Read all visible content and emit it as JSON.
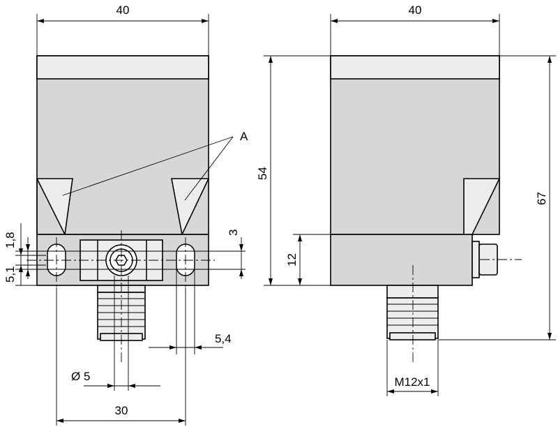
{
  "title": "",
  "views": [
    {
      "id": "front",
      "name": ""
    },
    {
      "id": "side",
      "name": ""
    }
  ],
  "dimensions": {
    "front_width": "40",
    "side_width": "40",
    "side_height_54": "54",
    "side_height_67": "67",
    "side_height_12": "12",
    "slot_1_8": "1,8",
    "slot_5_1": "5,1",
    "slot_3": "3",
    "slot_5_4": "5,4",
    "diameter": "Ø 5",
    "spacing_30": "30",
    "thread": "M12x1"
  },
  "callouts": {
    "a": "A"
  }
}
